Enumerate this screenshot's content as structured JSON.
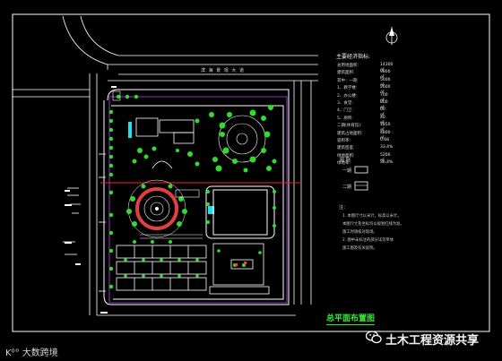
{
  "drawing": {
    "title": "总平面布置图",
    "road_label": "滨 海 景 观 大 道",
    "table_title": "主要经济指标:",
    "rows": [
      {
        "label": "总用地面积:",
        "value": "14300 ㎡"
      },
      {
        "label": "建筑面积:",
        "value": "9800 ㎡"
      },
      {
        "label": "其中：一期",
        "value": "5000 ㎡"
      },
      {
        "label": "1、教学楼:",
        "value": "2600 ㎡"
      },
      {
        "label": "2、办公楼:",
        "value": "700 ㎡"
      },
      {
        "label": "3、食堂:",
        "value": "800 ㎡"
      },
      {
        "label": "4、门卫:",
        "value": "60 ㎡"
      },
      {
        "label": "5、厕所:",
        "value": "40 ㎡"
      },
      {
        "label": "二期(体育馆):",
        "value": "1850 ㎡"
      },
      {
        "label": "建筑占地面积:",
        "value": "4800 ㎡"
      },
      {
        "label": "容积率:",
        "value": "0.68"
      },
      {
        "label": "建筑密度:",
        "value": "33.4%"
      },
      {
        "label": "绿地面积:",
        "value": "5200 ㎡"
      },
      {
        "label": "绿地率:",
        "value": "36.4%"
      }
    ],
    "legend_title": "图 例",
    "legend": [
      {
        "label": "一期"
      },
      {
        "label": "二期"
      }
    ],
    "notes_title": "注：",
    "notes": [
      "1. 本图尺寸以米计，标高以米计。",
      "   本图尺寸及坐标均以规划红线为准，",
      "   施工时请核对现场。",
      "2. 图中未标注的部分详见单体",
      "   施工图及有关说明。"
    ]
  },
  "watermarks": {
    "left": "K⁰° 大数跨境",
    "right": "土木工程资源共享"
  },
  "colors": {
    "background": "#000000",
    "lines": "#ffffff",
    "trees": "#2fdc2f",
    "red_line": "#ff2020",
    "magenta_line": "#c040ff",
    "title": "#36e836",
    "cyan": "#20e0f0"
  }
}
